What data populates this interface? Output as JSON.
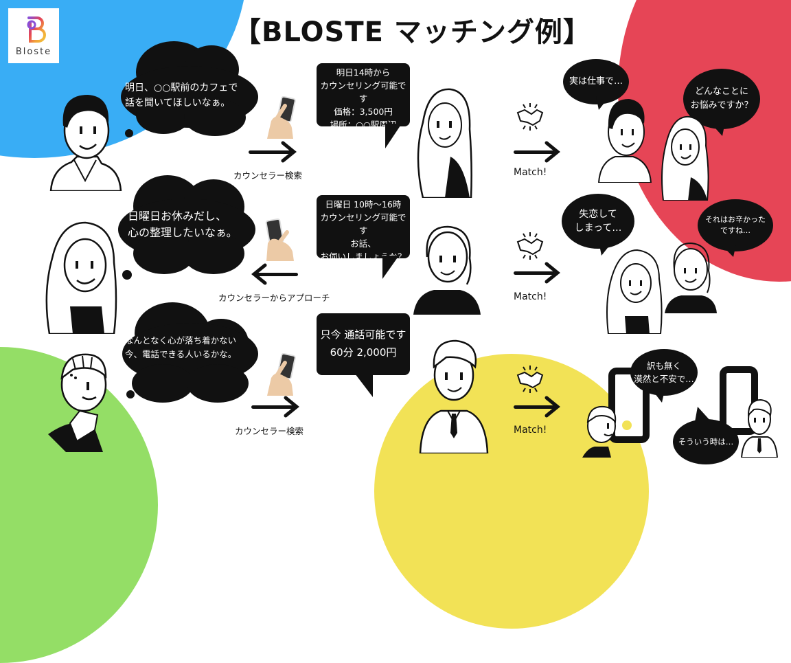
{
  "title": "【BLOSTE  マッチング例】",
  "logo": {
    "text": "Bloste",
    "icon": "bloste-b-logo-icon"
  },
  "colors": {
    "blue": "#39adf5",
    "red": "#e64556",
    "green": "#94de66",
    "yellow": "#f2e256",
    "bubble": "#111111",
    "text_dark": "#111111"
  },
  "rows": [
    {
      "client_thought": [
        "明日、○○駅前のカフェで",
        "話を聞いてほしいなぁ。"
      ],
      "action_icon": "hand-holding-smartphone-icon",
      "arrow_direction": "right",
      "action_label": "カウンセラー検索",
      "counselor_offer": [
        "明日14時から",
        "カウンセリング可能です",
        "価格：3,500円",
        "場所：○○駅周辺"
      ],
      "match_icon": "handshake-icon",
      "match_label": "Match!",
      "result_client_says": "実は仕事で…",
      "result_counselor_says": [
        "どんなことに",
        "お悩みですか？"
      ]
    },
    {
      "client_thought": [
        "日曜日お休みだし、",
        "心の整理したいなぁ。"
      ],
      "action_icon": "hand-holding-smartphone-icon",
      "arrow_direction": "left",
      "action_label": "カウンセラーからアプローチ",
      "counselor_offer": [
        "日曜日 10時〜16時",
        "カウンセリング可能です",
        "お話、",
        "お伺いしましょうか？"
      ],
      "match_icon": "handshake-icon",
      "match_label": "Match!",
      "result_client_says": [
        "失恋して",
        "しまって…"
      ],
      "result_counselor_says": [
        "それはお辛かった",
        "ですね…"
      ]
    },
    {
      "client_thought": [
        "なんとなく心が落ち着かない",
        "今、電話できる人いるかな。"
      ],
      "action_icon": "hand-holding-smartphone-icon",
      "arrow_direction": "right",
      "action_label": "カウンセラー検索",
      "counselor_offer": [
        "只今 通話可能です",
        "60分 2,000円"
      ],
      "match_icon": "handshake-icon",
      "match_label": "Match!",
      "result_client_says": [
        "訳も無く",
        "漠然と不安で…"
      ],
      "result_counselor_says": "そういう時は…"
    }
  ]
}
